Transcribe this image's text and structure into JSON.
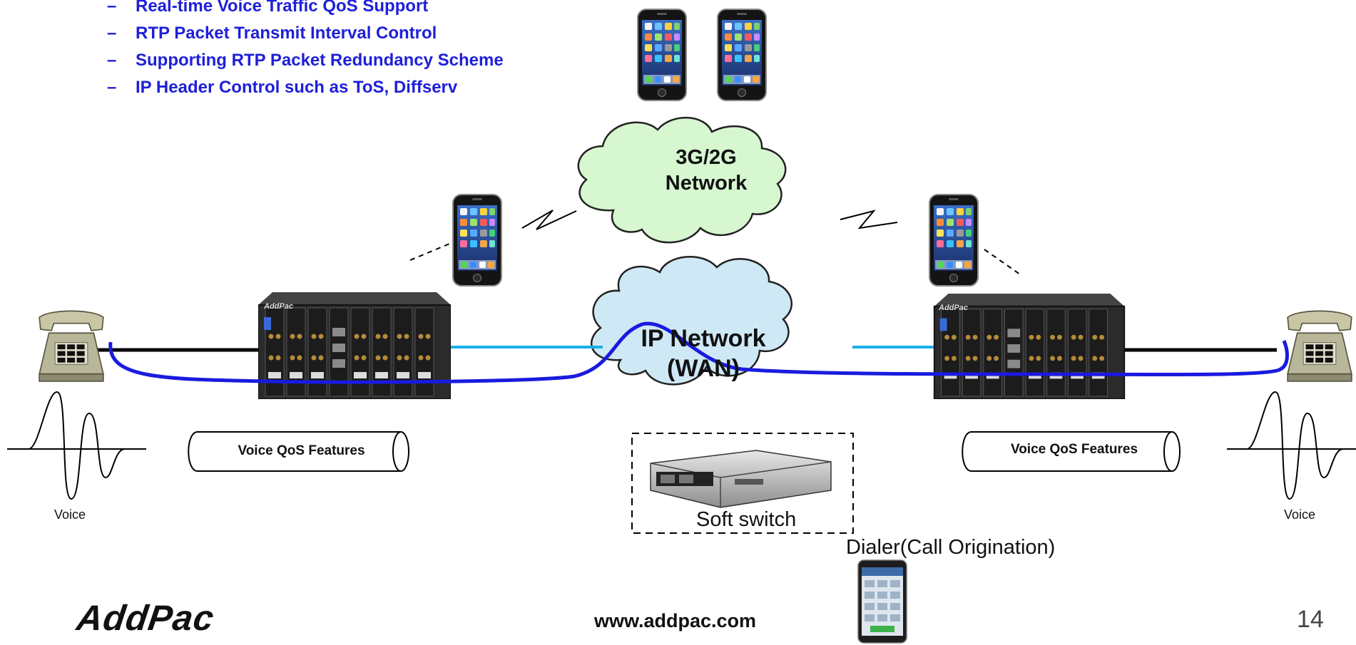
{
  "bullets": [
    "Real-time Voice Traffic QoS Support",
    "RTP Packet Transmit Interval Control",
    "Supporting RTP Packet Redundancy Scheme",
    "IP Header Control such as ToS, Diffserv"
  ],
  "bullet_marker": "–",
  "clouds": {
    "mobile_network": {
      "line1": "3G/2G",
      "line2": "Network"
    },
    "ip_network": {
      "line1": "IP Network",
      "line2": "(WAN)"
    }
  },
  "qos_left": "Voice QoS Features",
  "qos_right": "Voice QoS Features",
  "voice_left": "Voice",
  "voice_right": "Voice",
  "softswitch_label": "Soft switch",
  "dialer_label": "Dialer(Call Origination)",
  "footer": {
    "logo": "AddPac",
    "website": "www.addpac.com",
    "page_number": "14"
  },
  "gateway_brand": "AddPac",
  "colors": {
    "bullet_text": "#1f20d8",
    "voice_path": "#1a1adf",
    "lan_link": "#1ab0e8",
    "mobile_cloud": "#d6f7d0",
    "ip_cloud": "#cfe8f6",
    "phone_body": "#b9b79a"
  }
}
